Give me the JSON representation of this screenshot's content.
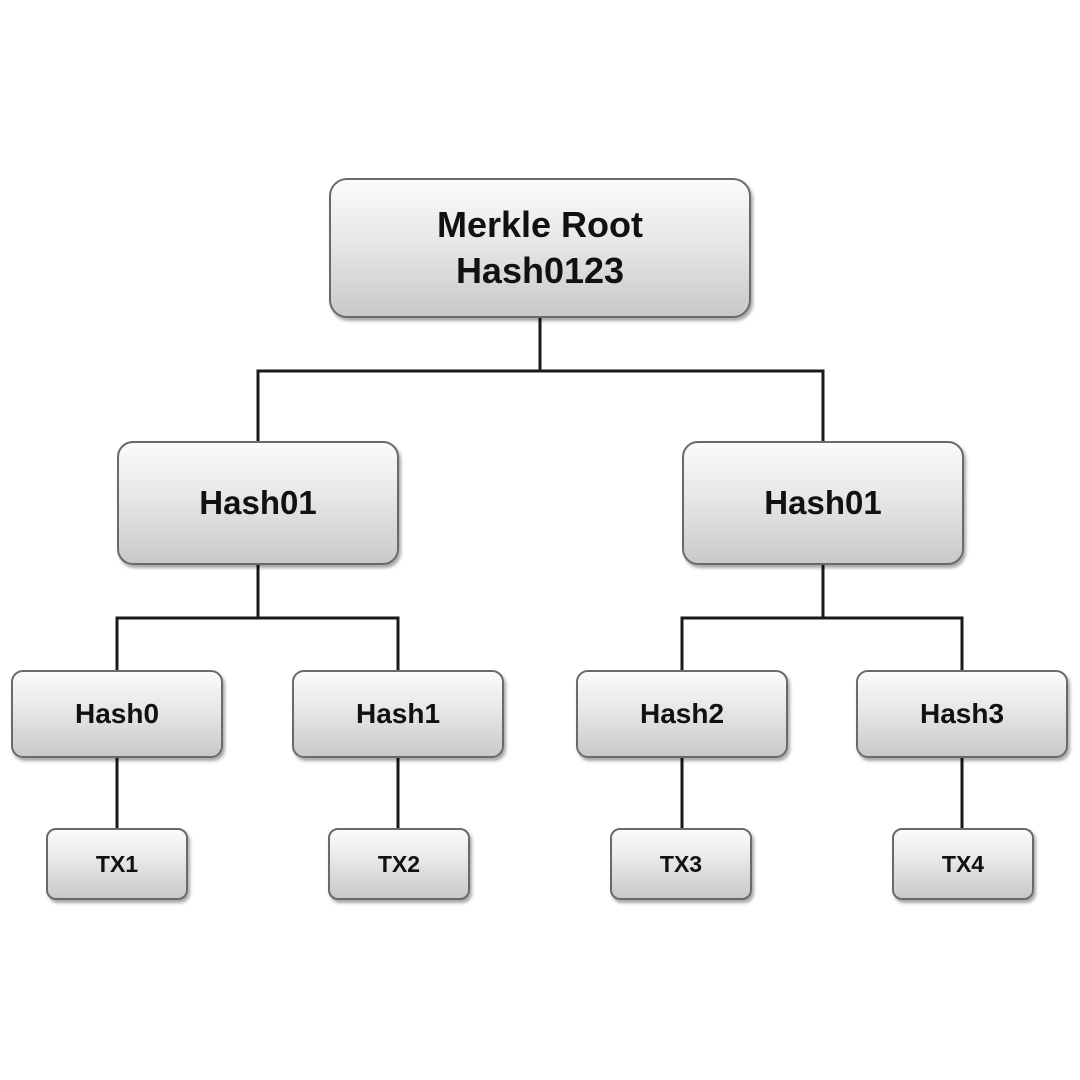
{
  "tree": {
    "root": {
      "line1": "Merkle Root",
      "line2": "Hash0123"
    },
    "level1": [
      {
        "label": "Hash01"
      },
      {
        "label": "Hash01"
      }
    ],
    "level2": [
      {
        "label": "Hash0"
      },
      {
        "label": "Hash1"
      },
      {
        "label": "Hash2"
      },
      {
        "label": "Hash3"
      }
    ],
    "leaves": [
      {
        "label": "TX1"
      },
      {
        "label": "TX2"
      },
      {
        "label": "TX3"
      },
      {
        "label": "TX4"
      }
    ]
  },
  "colors": {
    "connector": "#1a1a1a",
    "node_border": "#6a6a6a",
    "node_fill_top": "#fbfbfb",
    "node_fill_bottom": "#c9c9c9",
    "text": "#111111"
  }
}
